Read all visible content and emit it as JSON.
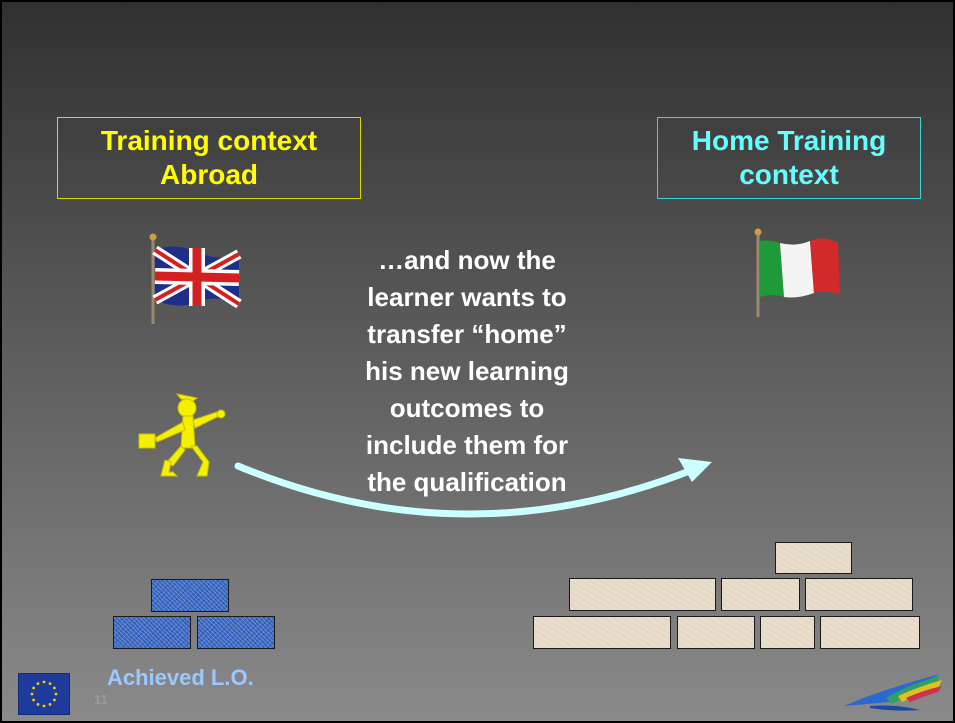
{
  "slide": {
    "box_abroad": "Training context\nAbroad",
    "box_home": "Home Training\ncontext",
    "center_text": "…and now the\nlearner wants to\ntransfer “home”\nhis new learning\noutcomes to\ninclude them for\nthe qualification",
    "achieved_label": "Achieved L.O.",
    "page_number": "11"
  },
  "icons": [
    "uk-flag-icon",
    "italy-flag-icon",
    "learner-figure-icon",
    "curved-arrow-icon",
    "eu-flag-icon",
    "logo-icon"
  ],
  "colors": {
    "abroad_text": "#ffff00",
    "home_text": "#66ffff",
    "arrow": "#ccffff",
    "blue_bricks": "#3a6ac4",
    "beige_bricks": "#e8dccb"
  }
}
